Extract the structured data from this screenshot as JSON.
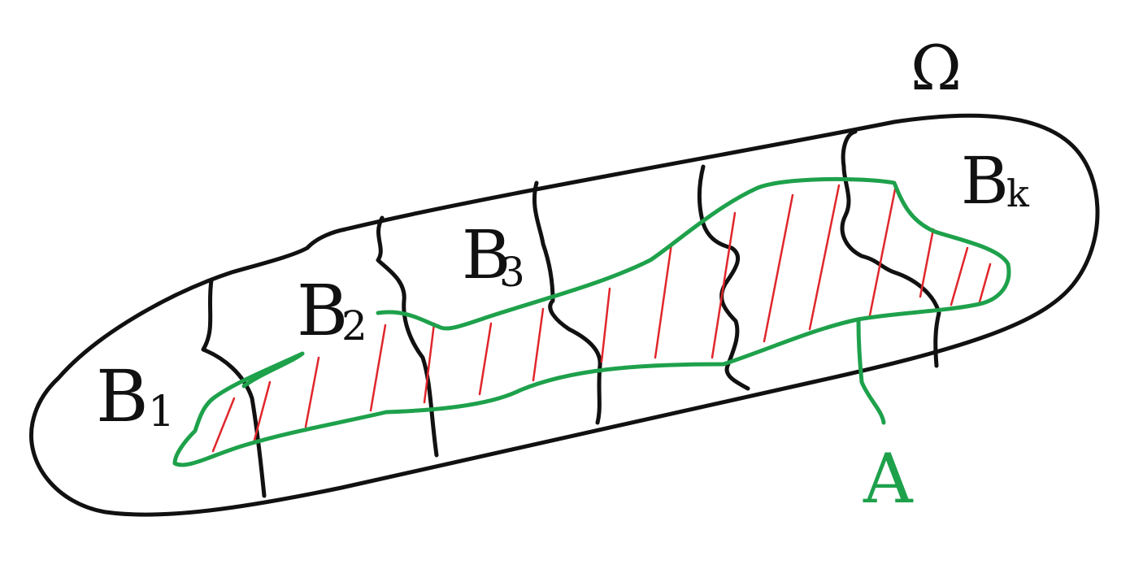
{
  "labels": {
    "omega": "Ω",
    "b1": {
      "main": "B",
      "sub": "1"
    },
    "b2": {
      "main": "B",
      "sub": "2"
    },
    "b3": {
      "main": "B",
      "sub": "3"
    },
    "bk": {
      "main": "B",
      "sub": "k"
    },
    "a": "A"
  },
  "colors": {
    "outline": "#111111",
    "set_a": "#1ea14b",
    "hatching": "#e0262b",
    "background": "#ffffff"
  }
}
